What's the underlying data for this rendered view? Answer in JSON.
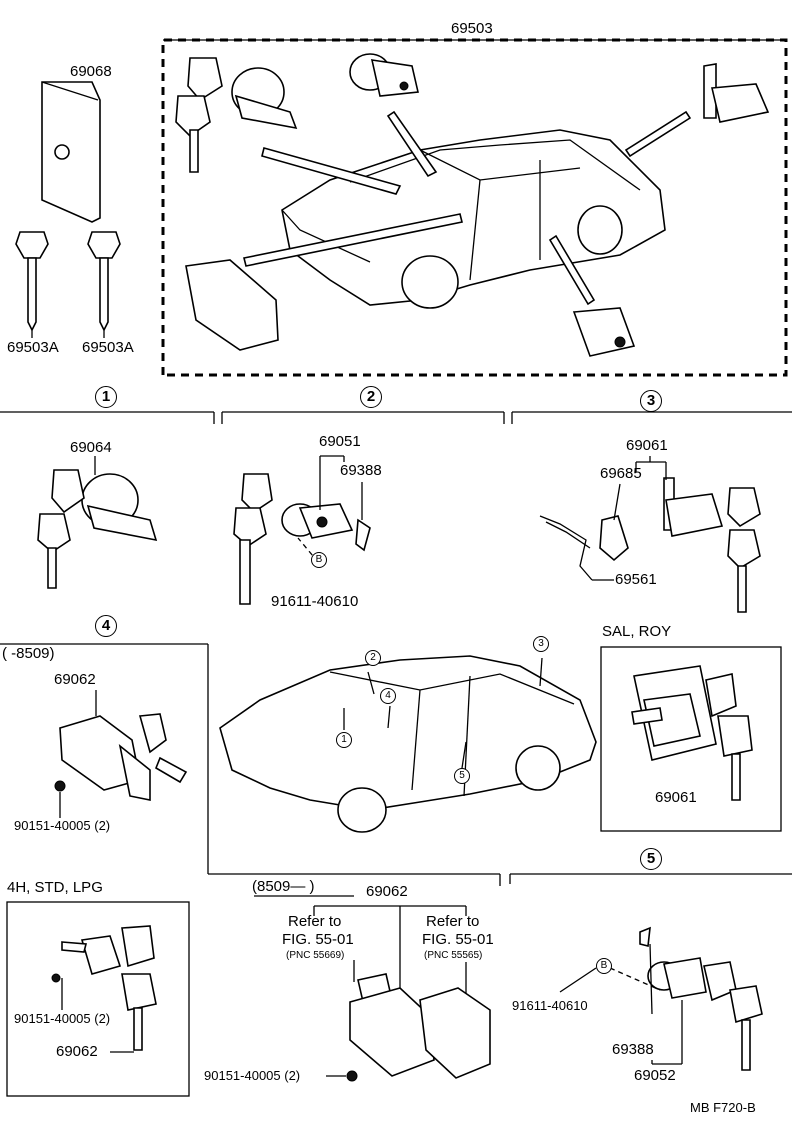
{
  "labels": {
    "set_69503": "69503",
    "pouch": "69068",
    "key_left": "69503A",
    "key_right": "69503A",
    "s1_part": "69064",
    "s2_cyl": "69051",
    "s2_clip": "69388",
    "s2_bolt": "91611-40610",
    "s3_cyl": "69061",
    "s3_pad": "69685",
    "s3_rod": "69561",
    "s4_range": "(     -8509)",
    "s4_part": "69062",
    "s4_screw": "90151-40005 (2)",
    "sal_title": "SAL, ROY",
    "sal_part": "69061",
    "h4_title": "4H, STD, LPG",
    "h4_screw": "90151-40005 (2)",
    "h4_part": "69062",
    "mid_range": "(8509—     )",
    "mid_part": "69062",
    "refer_left_1": "Refer to",
    "refer_left_2": "FIG. 55-01",
    "refer_left_pnc": "(PNC 55669)",
    "refer_right_1": "Refer to",
    "refer_right_2": "FIG. 55-01",
    "refer_right_pnc": "(PNC 55565)",
    "mid_screw": "90151-40005 (2)",
    "s5_bolt": "91611-40610",
    "s5_clip": "69388",
    "s5_cyl": "69052",
    "footer": "MB  F720-B"
  },
  "callouts": {
    "c1": "1",
    "c2": "2",
    "c3": "3",
    "c4": "4",
    "c5": "5",
    "car_1": "1",
    "car_2": "2",
    "car_3": "3",
    "car_4": "4",
    "car_5": "5",
    "b_s2": "B",
    "b_s5": "B"
  }
}
